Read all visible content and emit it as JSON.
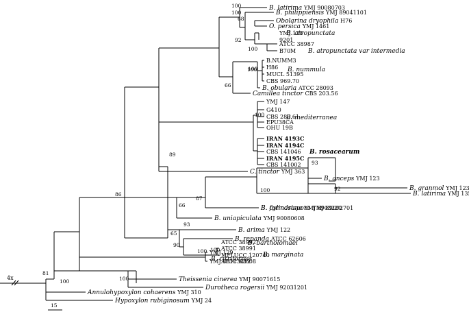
{
  "bootstrap": [
    "100",
    "100",
    "68",
    "92",
    "100",
    "100",
    "66",
    "100",
    "100",
    "89",
    "93",
    "92",
    "100",
    "87",
    "66",
    "86",
    "93",
    "65",
    "90",
    "100",
    "100",
    "100",
    "100",
    "81"
  ],
  "taxa": [
    {
      "genus": "B.",
      "species": "latirima",
      "code": "YMJ 90080703"
    },
    {
      "genus": "B.",
      "species": "philippiensis",
      "code": "YMJ 89041101"
    },
    {
      "genus": "",
      "species": "Obolarina dryophila",
      "code": "H76"
    },
    {
      "genus": "O.",
      "species": "persica",
      "code": "YMJ 1461"
    },
    {
      "genus": "",
      "species": "",
      "code": "YMJ 128"
    },
    {
      "genus": "",
      "species": "",
      "code": "9201"
    },
    {
      "genus": "",
      "species": "",
      "code": "ATCC 38987"
    },
    {
      "genus": "",
      "species": "",
      "code": "B70M"
    },
    {
      "genus": "",
      "species": "",
      "code": "B.NUMM3"
    },
    {
      "genus": "",
      "species": "",
      "code": "H86"
    },
    {
      "genus": "",
      "species": "",
      "code": "MUCL 51395"
    },
    {
      "genus": "",
      "species": "",
      "code": "CBS 969.70"
    },
    {
      "genus": "B.",
      "species": "obularia",
      "code": "ATCC 28093"
    },
    {
      "genus": "",
      "species": "Camillea tinctor",
      "code": "CBS 203.56"
    },
    {
      "genus": "",
      "species": "",
      "code": "YMJ 147"
    },
    {
      "genus": "",
      "species": "",
      "code": "G410"
    },
    {
      "genus": "",
      "species": "",
      "code": "CBS 280.61"
    },
    {
      "genus": "",
      "species": "",
      "code": "EPU38CA"
    },
    {
      "genus": "",
      "species": "",
      "code": "OHU 19B"
    },
    {
      "genus": "",
      "species": "",
      "code": "IRAN 4193C"
    },
    {
      "genus": "",
      "species": "",
      "code": "IRAN 4194C"
    },
    {
      "genus": "",
      "species": "",
      "code": "CBS 141046"
    },
    {
      "genus": "",
      "species": "",
      "code": "IRAN 4195C"
    },
    {
      "genus": "",
      "species": "",
      "code": "CBS 141002"
    },
    {
      "genus": "C.",
      "species": "tinctor",
      "code": "YMJ 363"
    },
    {
      "genus": "B.",
      "species": "anceps",
      "code": "YMJ 123"
    },
    {
      "genus": "B.",
      "species": "granmol",
      "code": "YMJ 123"
    },
    {
      "genus": "B.",
      "species": "latirima",
      "code": "YMJ 135"
    },
    {
      "genus": "B.",
      "species": "cylindrispora",
      "code": "YMJ 89092701"
    },
    {
      "genus": "B.",
      "species": "formosana",
      "code": "YMJ 8903220"
    },
    {
      "genus": "B.",
      "species": "uniapiculata",
      "code": "YMJ 90080608"
    },
    {
      "genus": "B.",
      "species": "arima",
      "code": "YMJ 122"
    },
    {
      "genus": "B.",
      "species": "repanda",
      "code": "ATCC 62606"
    },
    {
      "genus": "",
      "species": "",
      "code": "ATCC 38992"
    },
    {
      "genus": "",
      "species": "",
      "code": "ATCC 38991"
    },
    {
      "genus": "",
      "species": "",
      "code": "MFLUCC 120740"
    },
    {
      "genus": "",
      "species": "",
      "code": "ATCC 62608"
    },
    {
      "genus": "",
      "species": "",
      "code": "YMJ 129"
    },
    {
      "genus": "",
      "species": "",
      "code": "YMJ 88113012"
    },
    {
      "genus": "",
      "species": "Theissenia cinerea",
      "code": "YMJ 90071615"
    },
    {
      "genus": "",
      "species": "Durotheca rogersii",
      "code": "YMJ 92031201"
    },
    {
      "genus": "",
      "species": "Annulohypoxylon cohaerens",
      "code": "YMJ 310"
    },
    {
      "genus": "",
      "species": "Hypoxylon rubiginosum",
      "code": "YMJ 24"
    }
  ],
  "groups": [
    "B. atropunctata",
    "B. atropunctata var intermedia",
    "B. nummula",
    "B. mediterranea",
    "B. rosacearum",
    "B. bartholomaei",
    "B. marginata",
    "B. citriformis"
  ],
  "break_label": "4x",
  "scale_label": "15"
}
